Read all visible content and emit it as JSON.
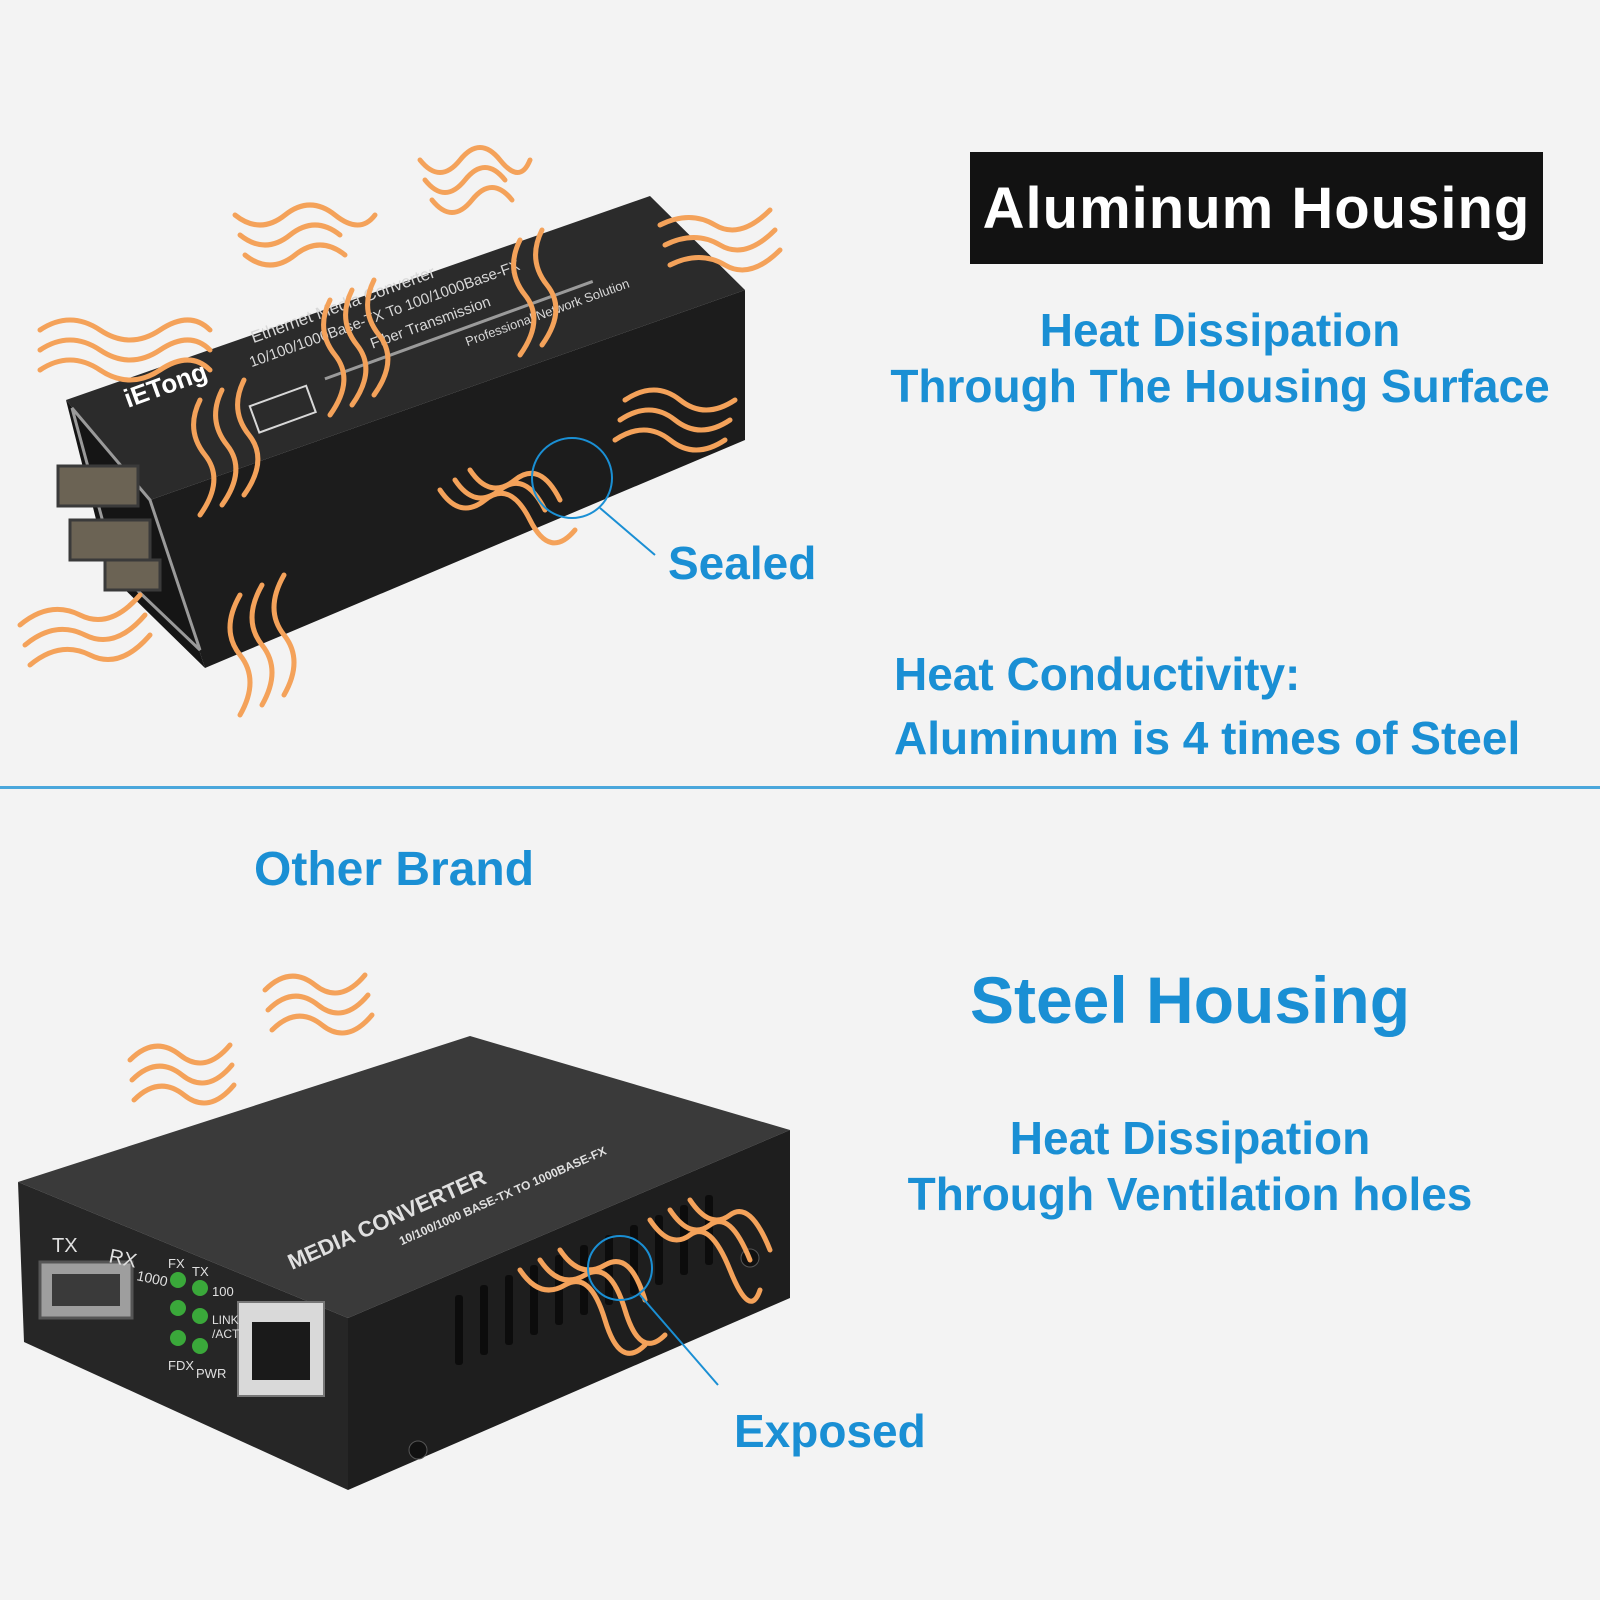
{
  "top": {
    "badge": "Aluminum Housing",
    "dissipation_line1": "Heat Dissipation",
    "dissipation_line2": "Through The Housing Surface",
    "callout": "Sealed",
    "conductivity_line1": "Heat Conductivity:",
    "conductivity_line2": "Aluminum is 4 times of Steel",
    "device": {
      "brand": "iETong",
      "line1": "Ethernet Media Converter",
      "line2": "10/100/1000Base-TX To 100/1000Base-FX",
      "line3": "Fiber Transmission",
      "line4": "Professional Network Solution"
    }
  },
  "bottom": {
    "other_brand": "Other Brand",
    "heading": "Steel Housing",
    "dissipation_line1": "Heat Dissipation",
    "dissipation_line2": "Through Ventilation holes",
    "callout": "Exposed",
    "device": {
      "title": "MEDIA CONVERTER",
      "subtitle": "10/100/1000 BASE-TX TO 1000BASE-FX",
      "tx": "TX",
      "rx": "RX",
      "speed": "1000",
      "fx": "FX",
      "tx2": "TX",
      "s100": "100",
      "link": "LINK",
      "act": "/ACT",
      "fdx": "FDX",
      "pwr": "PWR"
    }
  },
  "colors": {
    "accent_blue": "#1a8fd4",
    "heat_orange": "#f4a25a",
    "device_black": "#1e1e1e"
  }
}
